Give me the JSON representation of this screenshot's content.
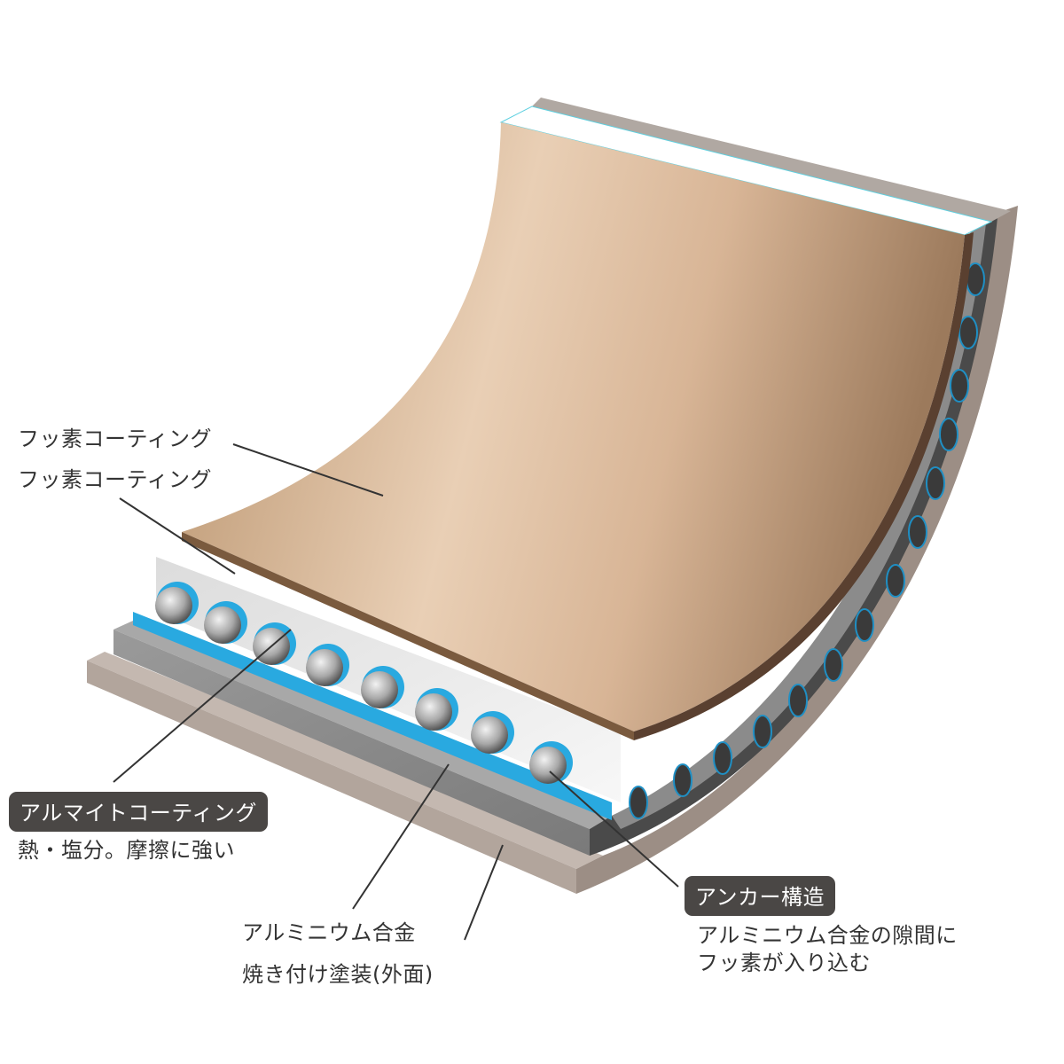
{
  "diagram": {
    "type": "layered-cross-section",
    "subject": "frying pan coating structure",
    "colors": {
      "background": "#ffffff",
      "fluorine_coating": "#c9a585",
      "fluorine_coating_edge": "#8a6a4a",
      "white_layer": "#f3f3f3",
      "aluminum_alloy": "#8e8e8e",
      "aluminum_alloy_dark": "#4a4a4a",
      "outer_paint": "#a89a90",
      "anchor_blue": "#29a9e0",
      "anchor_ball": "#b8b8b8",
      "badge_bg": "#4a4745",
      "leader_line": "#333333"
    }
  },
  "labels": {
    "fluorine_coating_1": "フッ素コーティング",
    "fluorine_coating_2": "フッ素コーティング",
    "alumite_badge": "アルマイトコーティング",
    "alumite_desc": "熱・塩分。摩擦に強い",
    "aluminum_alloy": "アルミニウム合金",
    "outer_paint": "焼き付け塗装(外面)",
    "anchor_badge": "アンカー構造",
    "anchor_desc_line1": "アルミニウム合金の隙間に",
    "anchor_desc_line2": "フッ素が入り込む"
  }
}
